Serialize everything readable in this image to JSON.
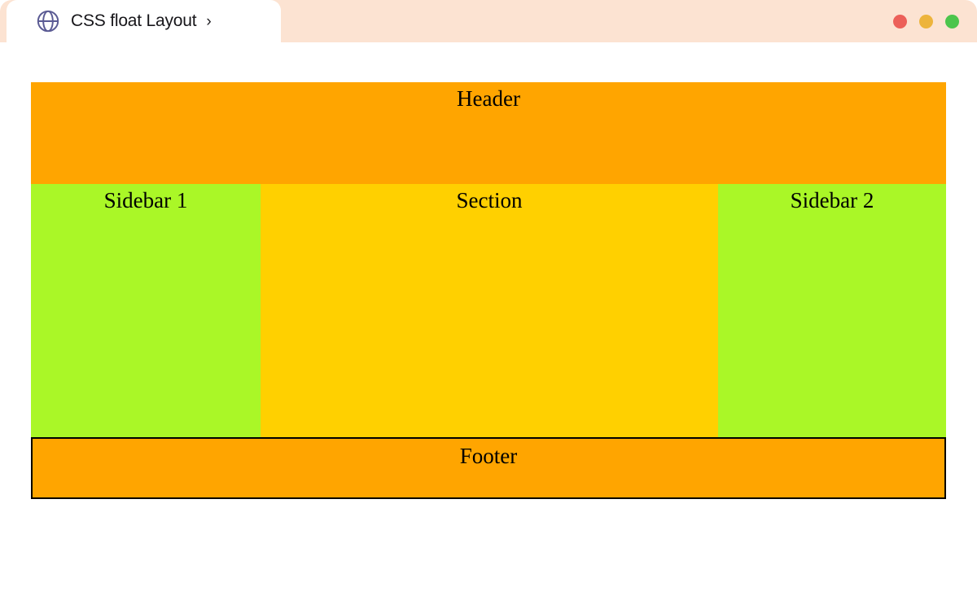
{
  "browser": {
    "chrome_color": "#FCE3D2",
    "tab": {
      "icon": "globe-icon",
      "title": "CSS float Layout",
      "chevron": "›"
    },
    "window_controls": [
      {
        "name": "close",
        "color": "#EC6059"
      },
      {
        "name": "minimize",
        "color": "#EDB43C"
      },
      {
        "name": "maximize",
        "color": "#4CC54C"
      }
    ]
  },
  "page": {
    "background": "#FFFFFF",
    "header": {
      "label": "Header",
      "color": "#FFA500"
    },
    "columns": [
      {
        "name": "sidebar-1",
        "label": "Sidebar 1",
        "color": "#AAF727"
      },
      {
        "name": "section",
        "label": "Section",
        "color": "#FFD000"
      },
      {
        "name": "sidebar-2",
        "label": "Sidebar 2",
        "color": "#AAF727"
      }
    ],
    "footer": {
      "label": "Footer",
      "color": "#FFA500",
      "border_color": "#000000"
    }
  }
}
